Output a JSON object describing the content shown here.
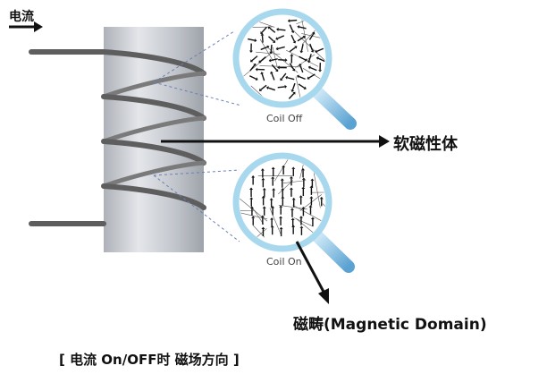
{
  "labels": {
    "current": "电流",
    "soft_magnetic": "软磁性体",
    "magnetic_domain": "磁畴(Magnetic Domain)",
    "caption": "[ 电流 On/OFF时 磁场方向 ]"
  },
  "lenses": {
    "off_label": "Coil Off",
    "on_label": "Coil On"
  },
  "colors": {
    "cylinder": "#c9cdd3",
    "wire": "#5e5e5e",
    "lens_ring": "#9fd3ea",
    "lens_handle": "#7ab8dd",
    "dotted": "#6a7fb5"
  }
}
